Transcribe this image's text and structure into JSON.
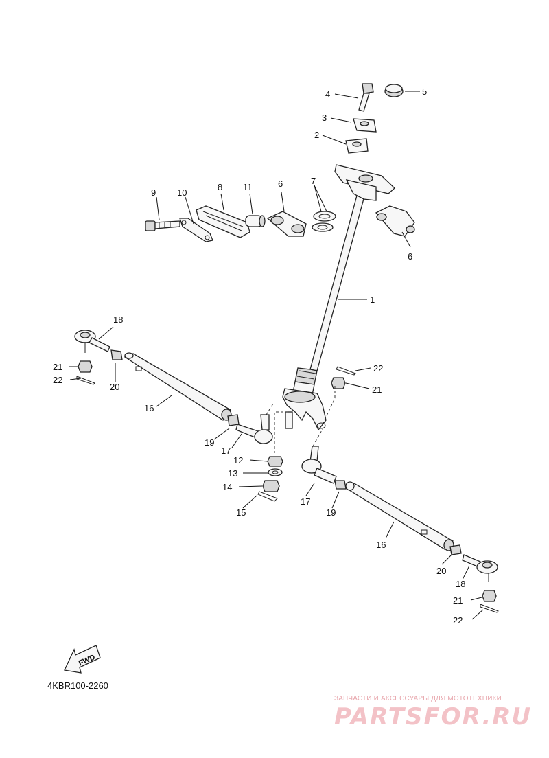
{
  "diagram": {
    "code": "4KBR100-2260",
    "fwd_label": "FWD",
    "callouts": [
      {
        "id": "c4",
        "text": "4"
      },
      {
        "id": "c5",
        "text": "5"
      },
      {
        "id": "c3",
        "text": "3"
      },
      {
        "id": "c2",
        "text": "2"
      },
      {
        "id": "c9",
        "text": "9"
      },
      {
        "id": "c10",
        "text": "10"
      },
      {
        "id": "c8",
        "text": "8"
      },
      {
        "id": "c11",
        "text": "11"
      },
      {
        "id": "c6a",
        "text": "6"
      },
      {
        "id": "c7",
        "text": "7"
      },
      {
        "id": "c6b",
        "text": "6"
      },
      {
        "id": "c1",
        "text": "1"
      },
      {
        "id": "c18a",
        "text": "18"
      },
      {
        "id": "c21a",
        "text": "21"
      },
      {
        "id": "c22a",
        "text": "22"
      },
      {
        "id": "c20a",
        "text": "20"
      },
      {
        "id": "c16a",
        "text": "16"
      },
      {
        "id": "c19a",
        "text": "19"
      },
      {
        "id": "c17a",
        "text": "17"
      },
      {
        "id": "c22b",
        "text": "22"
      },
      {
        "id": "c21b",
        "text": "21"
      },
      {
        "id": "c12",
        "text": "12"
      },
      {
        "id": "c13",
        "text": "13"
      },
      {
        "id": "c14",
        "text": "14"
      },
      {
        "id": "c15",
        "text": "15"
      },
      {
        "id": "c17b",
        "text": "17"
      },
      {
        "id": "c19b",
        "text": "19"
      },
      {
        "id": "c16b",
        "text": "16"
      },
      {
        "id": "c20b",
        "text": "20"
      },
      {
        "id": "c18b",
        "text": "18"
      },
      {
        "id": "c21c",
        "text": "21"
      },
      {
        "id": "c22c",
        "text": "22"
      }
    ]
  },
  "watermark": {
    "tagline": "ЗАПЧАСТИ И АКСЕССУАРЫ ДЛЯ МОТОТЕХНИКИ",
    "brand": "PARTSFOR.RU",
    "color": "#f3c2c7"
  }
}
